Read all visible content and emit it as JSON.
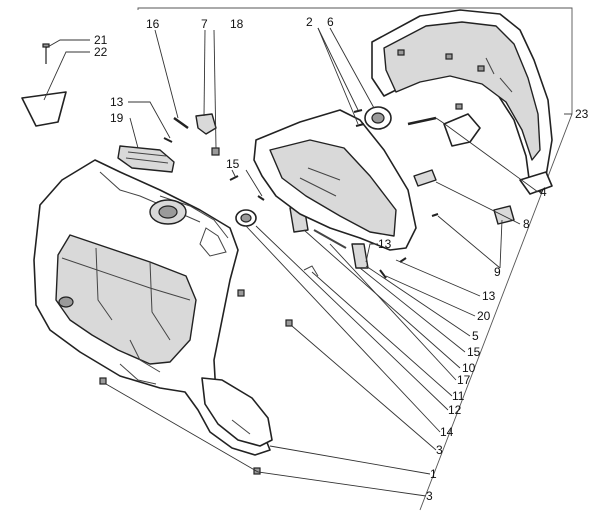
{
  "callouts": [
    {
      "id": "c21",
      "text": "21"
    },
    {
      "id": "c22",
      "text": "22"
    },
    {
      "id": "c16",
      "text": "16"
    },
    {
      "id": "c7",
      "text": "7"
    },
    {
      "id": "c18",
      "text": "18"
    },
    {
      "id": "c2",
      "text": "2"
    },
    {
      "id": "c6",
      "text": "6"
    },
    {
      "id": "c13a",
      "text": "13"
    },
    {
      "id": "c19",
      "text": "19"
    },
    {
      "id": "c15a",
      "text": "15"
    },
    {
      "id": "c23",
      "text": "23"
    },
    {
      "id": "c4",
      "text": "4"
    },
    {
      "id": "c8",
      "text": "8"
    },
    {
      "id": "c9",
      "text": "9"
    },
    {
      "id": "c13b",
      "text": "13"
    },
    {
      "id": "c13c",
      "text": "13"
    },
    {
      "id": "c20",
      "text": "20"
    },
    {
      "id": "c5",
      "text": "5"
    },
    {
      "id": "c15b",
      "text": "15"
    },
    {
      "id": "c10",
      "text": "10"
    },
    {
      "id": "c17",
      "text": "17"
    },
    {
      "id": "c11",
      "text": "11"
    },
    {
      "id": "c12",
      "text": "12"
    },
    {
      "id": "c14",
      "text": "14"
    },
    {
      "id": "c3a",
      "text": "3"
    },
    {
      "id": "c1",
      "text": "1"
    },
    {
      "id": "c3b",
      "text": "3"
    }
  ]
}
